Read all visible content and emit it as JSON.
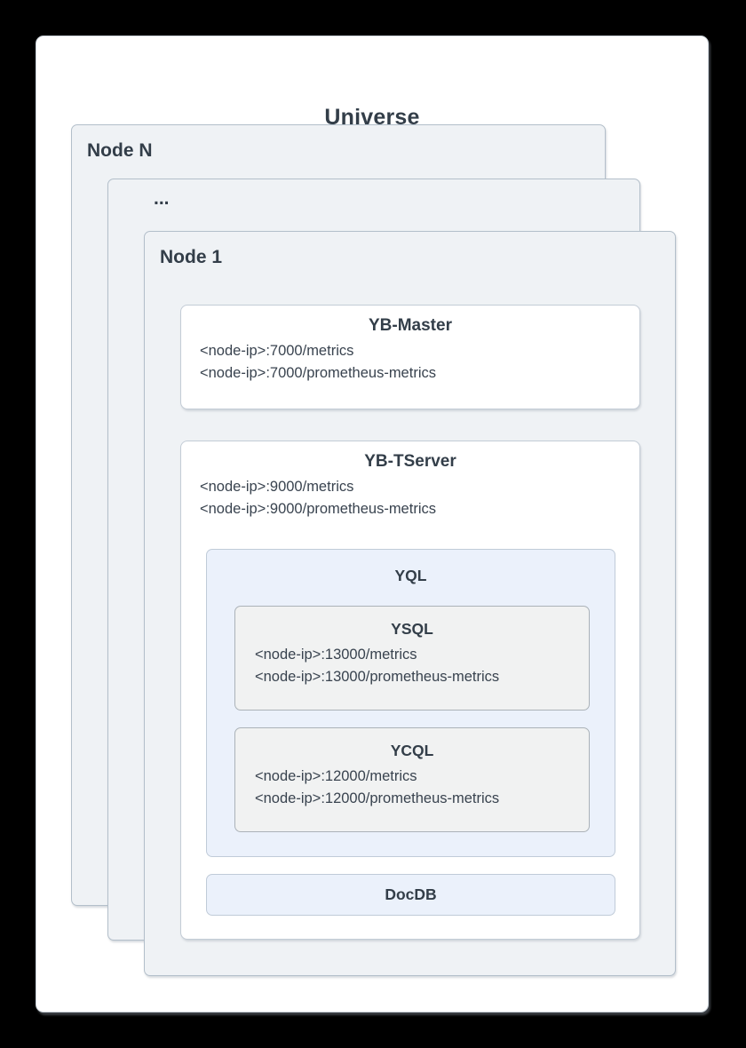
{
  "title": "Universe",
  "nodes": {
    "node_n": "Node N",
    "ellipsis": "...",
    "node_1": "Node 1"
  },
  "yb_master": {
    "title": "YB-Master",
    "endpoints": [
      "<node-ip>:7000/metrics",
      "<node-ip>:7000/prometheus-metrics"
    ]
  },
  "yb_tserver": {
    "title": "YB-TServer",
    "endpoints": [
      "<node-ip>:9000/metrics",
      "<node-ip>:9000/prometheus-metrics"
    ],
    "yql": {
      "title": "YQL",
      "ysql": {
        "title": "YSQL",
        "endpoints": [
          "<node-ip>:13000/metrics",
          "<node-ip>:13000/prometheus-metrics"
        ]
      },
      "ycql": {
        "title": "YCQL",
        "endpoints": [
          "<node-ip>:12000/metrics",
          "<node-ip>:12000/prometheus-metrics"
        ]
      }
    },
    "docdb": {
      "title": "DocDB"
    }
  },
  "colors": {
    "canvas-bg": "#000000",
    "card-bg": "#ffffff",
    "node-fill": "#eff2f5",
    "node-border": "#b3bfca",
    "box-border": "#c3ccd6",
    "blue-fill": "#ebf1fb",
    "blue-border": "#c0cbd8",
    "gray-fill": "#f1f2f2",
    "gray-border": "#abb2b8",
    "text": "#333e49"
  }
}
